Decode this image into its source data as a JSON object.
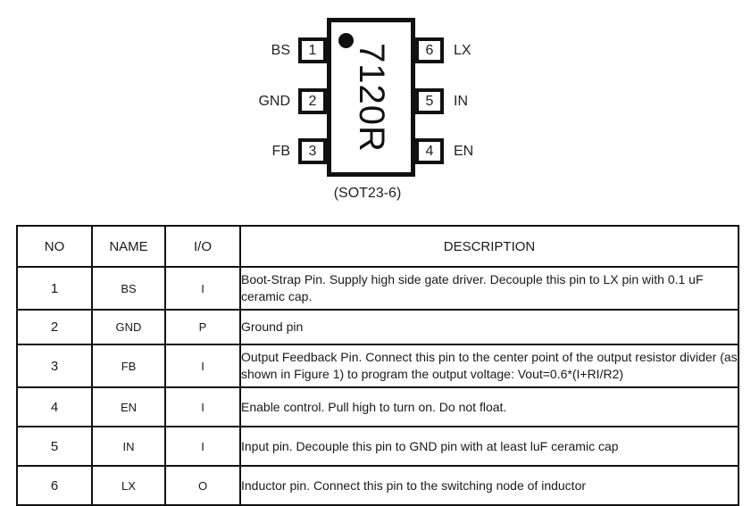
{
  "package": {
    "part_marking": "7120R",
    "caption": "(SOT23-6)",
    "pin1_indicator": "pin1-dot",
    "pins_left": [
      {
        "number": "1",
        "label": "BS"
      },
      {
        "number": "2",
        "label": "GND"
      },
      {
        "number": "3",
        "label": "FB"
      }
    ],
    "pins_right": [
      {
        "number": "6",
        "label": "LX"
      },
      {
        "number": "5",
        "label": "IN"
      },
      {
        "number": "4",
        "label": "EN"
      }
    ]
  },
  "pin_table": {
    "headers": {
      "no": "NO",
      "name": "NAME",
      "io": "I/O",
      "description": "DESCRIPTION"
    },
    "rows": [
      {
        "no": "1",
        "name": "BS",
        "io": "I",
        "description": "Boot-Strap Pin. Supply high side gate driver. Decouple this pin to LX pin with 0.1 uF ceramic cap."
      },
      {
        "no": "2",
        "name": "GND",
        "io": "P",
        "description": "Ground pin"
      },
      {
        "no": "3",
        "name": "FB",
        "io": "I",
        "description": "Output Feedback Pin. Connect this pin to the center point of the output resistor divider (as shown in Figure 1) to program the output voltage: Vout=0.6*(I+RI/R2)"
      },
      {
        "no": "4",
        "name": "EN",
        "io": "I",
        "description": "Enable control. Pull high to turn on. Do not float."
      },
      {
        "no": "5",
        "name": "IN",
        "io": "I",
        "description": "Input pin. Decouple this pin to GND pin with at least luF ceramic cap"
      },
      {
        "no": "6",
        "name": "LX",
        "io": "O",
        "description": "Inductor pin. Connect this pin to the switching node of inductor"
      }
    ]
  },
  "colors": {
    "ink": "#111111",
    "text": "#1a1a1a",
    "background": "#ffffff"
  }
}
